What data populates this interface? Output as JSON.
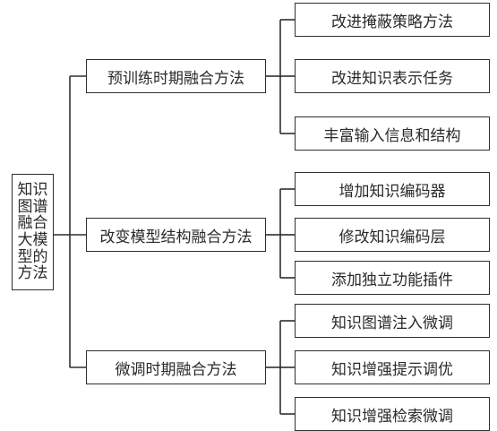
{
  "root": {
    "label": "知识图谱融合大模型的方法"
  },
  "categories": [
    {
      "label": "预训练时期融合方法",
      "items": [
        "改进掩蔽策略方法",
        "改进知识表示任务",
        "丰富输入信息和结构"
      ]
    },
    {
      "label": "改变模型结构融合方法",
      "items": [
        "增加知识编码器",
        "修改知识编码层",
        "添加独立功能插件"
      ]
    },
    {
      "label": "微调时期融合方法",
      "items": [
        "知识图谱注入微调",
        "知识增强提示调优",
        "知识增强检索微调"
      ]
    }
  ]
}
